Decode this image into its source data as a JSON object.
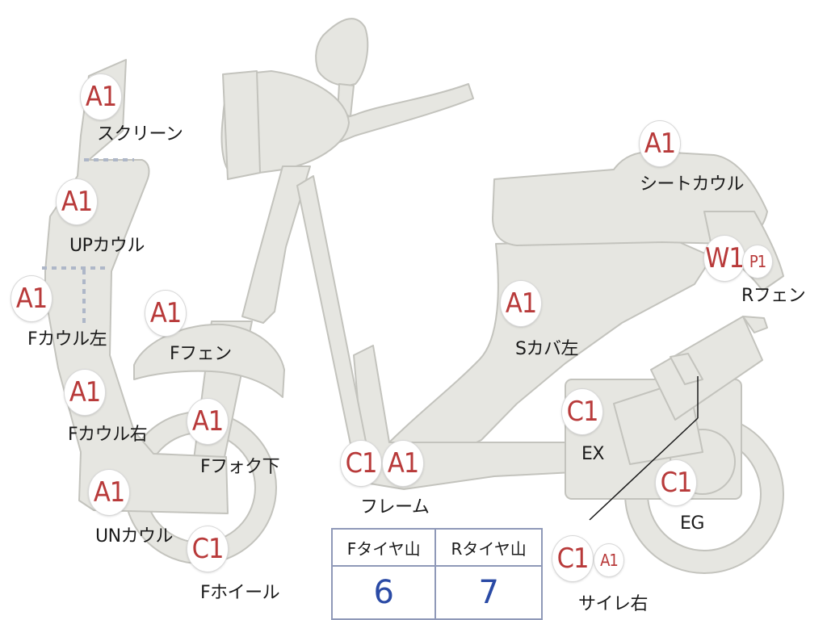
{
  "colors": {
    "body_fill": "#e6e6e1",
    "body_stroke": "#c3c3bd",
    "marker_text": "#b83a3a",
    "dotted": "#aeb7c8",
    "table_border": "#8f99b8",
    "table_value": "#2a4aa5"
  },
  "markers": [
    {
      "id": "screen",
      "code": "A1",
      "label": "スクリーン"
    },
    {
      "id": "up-cowl",
      "code": "A1",
      "label": "UPカウル"
    },
    {
      "id": "f-cowl-left",
      "code": "A1",
      "label": "Fカウル左"
    },
    {
      "id": "f-fender",
      "code": "A1",
      "label": "Fフェン"
    },
    {
      "id": "f-cowl-right",
      "code": "A1",
      "label": "Fカウル右"
    },
    {
      "id": "f-fork-lower",
      "code": "A1",
      "label": "Fフォク下"
    },
    {
      "id": "un-cowl",
      "code": "A1",
      "label": "UNカウル"
    },
    {
      "id": "f-wheel",
      "code": "C1",
      "label": "Fホイール"
    },
    {
      "id": "frame",
      "codes": [
        "C1",
        "A1"
      ],
      "label": "フレーム"
    },
    {
      "id": "seat-cowl",
      "code": "A1",
      "label": "シートカウル"
    },
    {
      "id": "r-fender",
      "codes": [
        "W1",
        "P1"
      ],
      "label": "Rフェン"
    },
    {
      "id": "s-cover-left",
      "code": "A1",
      "label": "Sカバ左"
    },
    {
      "id": "exhaust",
      "code": "C1",
      "label": "EX"
    },
    {
      "id": "engine",
      "code": "C1",
      "label": "EG"
    },
    {
      "id": "muffler-right",
      "codes": [
        "C1",
        "A1"
      ],
      "label": "サイレ右"
    }
  ],
  "tire_table": {
    "headers": [
      "Fタイヤ山",
      "Rタイヤ山"
    ],
    "values": [
      "6",
      "7"
    ]
  }
}
